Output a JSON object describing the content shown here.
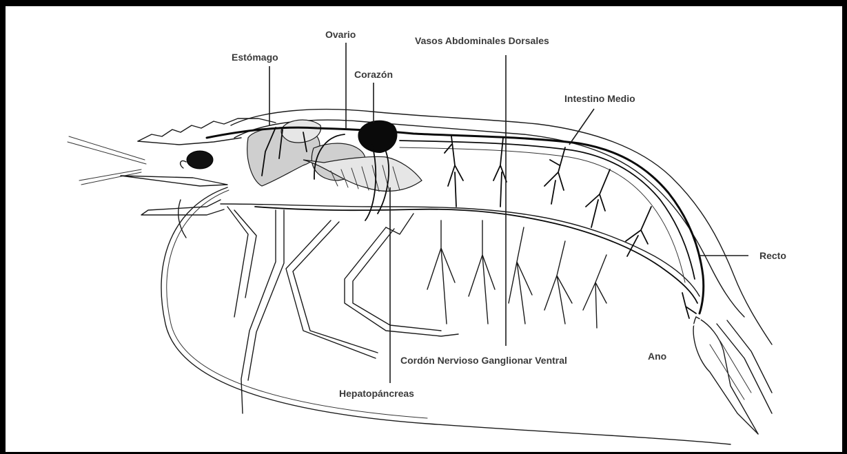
{
  "labels": {
    "estomago": "Estómago",
    "ovario": "Ovario",
    "corazon": "Corazón",
    "vasos": "Vasos Abdominales Dorsales",
    "intestino": "Intestino Medio",
    "recto": "Recto",
    "ano": "Ano",
    "cordon": "Cordón Nervioso Ganglionar Ventral",
    "hepatopancreas": "Hepatopáncreas"
  }
}
